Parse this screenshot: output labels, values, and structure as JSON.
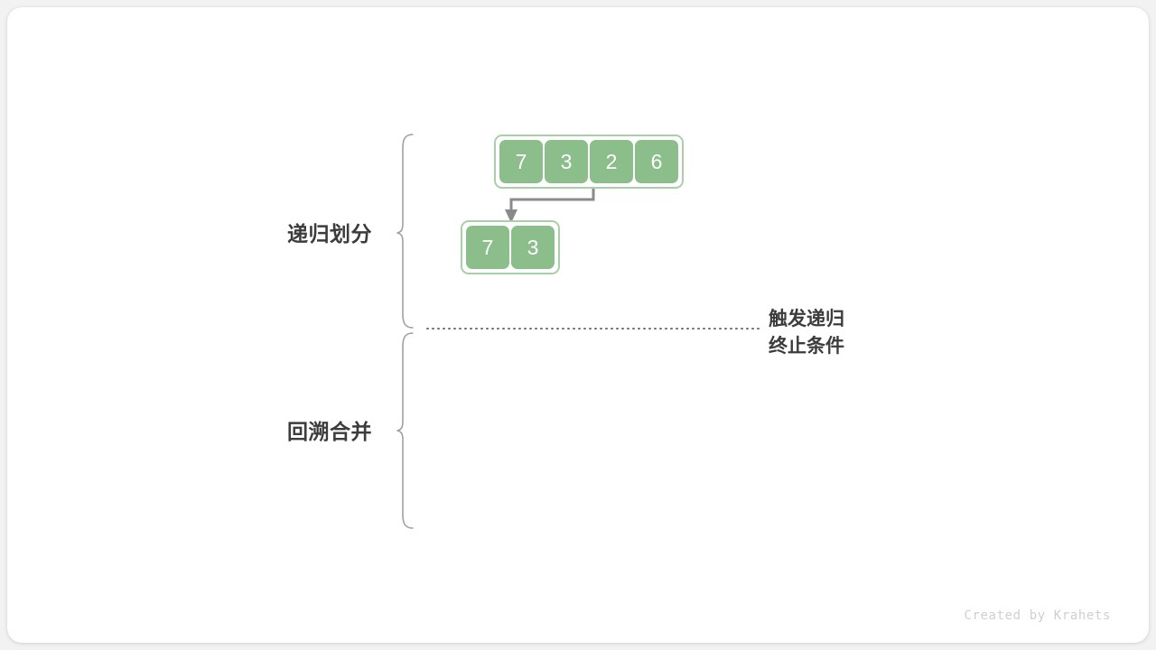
{
  "diagram": {
    "title": "merge-sort-recursion-divide-and-merge",
    "stages": [
      {
        "id": "divide",
        "label": "递归划分"
      },
      {
        "id": "merge",
        "label": "回溯合并"
      }
    ],
    "annotation": {
      "line1": "触发递归",
      "line2": "终止条件"
    },
    "arrays": [
      {
        "id": "array-top",
        "values": [
          "7",
          "3",
          "2",
          "6"
        ]
      },
      {
        "id": "array-bottom",
        "values": [
          "7",
          "3"
        ]
      }
    ],
    "arrow": {
      "label": "divide-arrow",
      "from": "array-top-left-half",
      "to": "array-bottom"
    },
    "divider": {
      "style": "dotted",
      "label": "recursion-base-case-divider"
    },
    "colors": {
      "cell_fill": "#8cbe8c",
      "array_border": "#a9cfa8",
      "cell_text": "#ffffff",
      "label_text": "#3c3c3c",
      "arrow": "#8a8a8a",
      "brace": "#a0a0a0",
      "divider": "#6f6f6f",
      "card_background": "#ffffff",
      "page_background": "#f2f2f2",
      "footer_text": "#cfcfcf"
    }
  },
  "footer": {
    "credit": "Created by Krahets"
  }
}
